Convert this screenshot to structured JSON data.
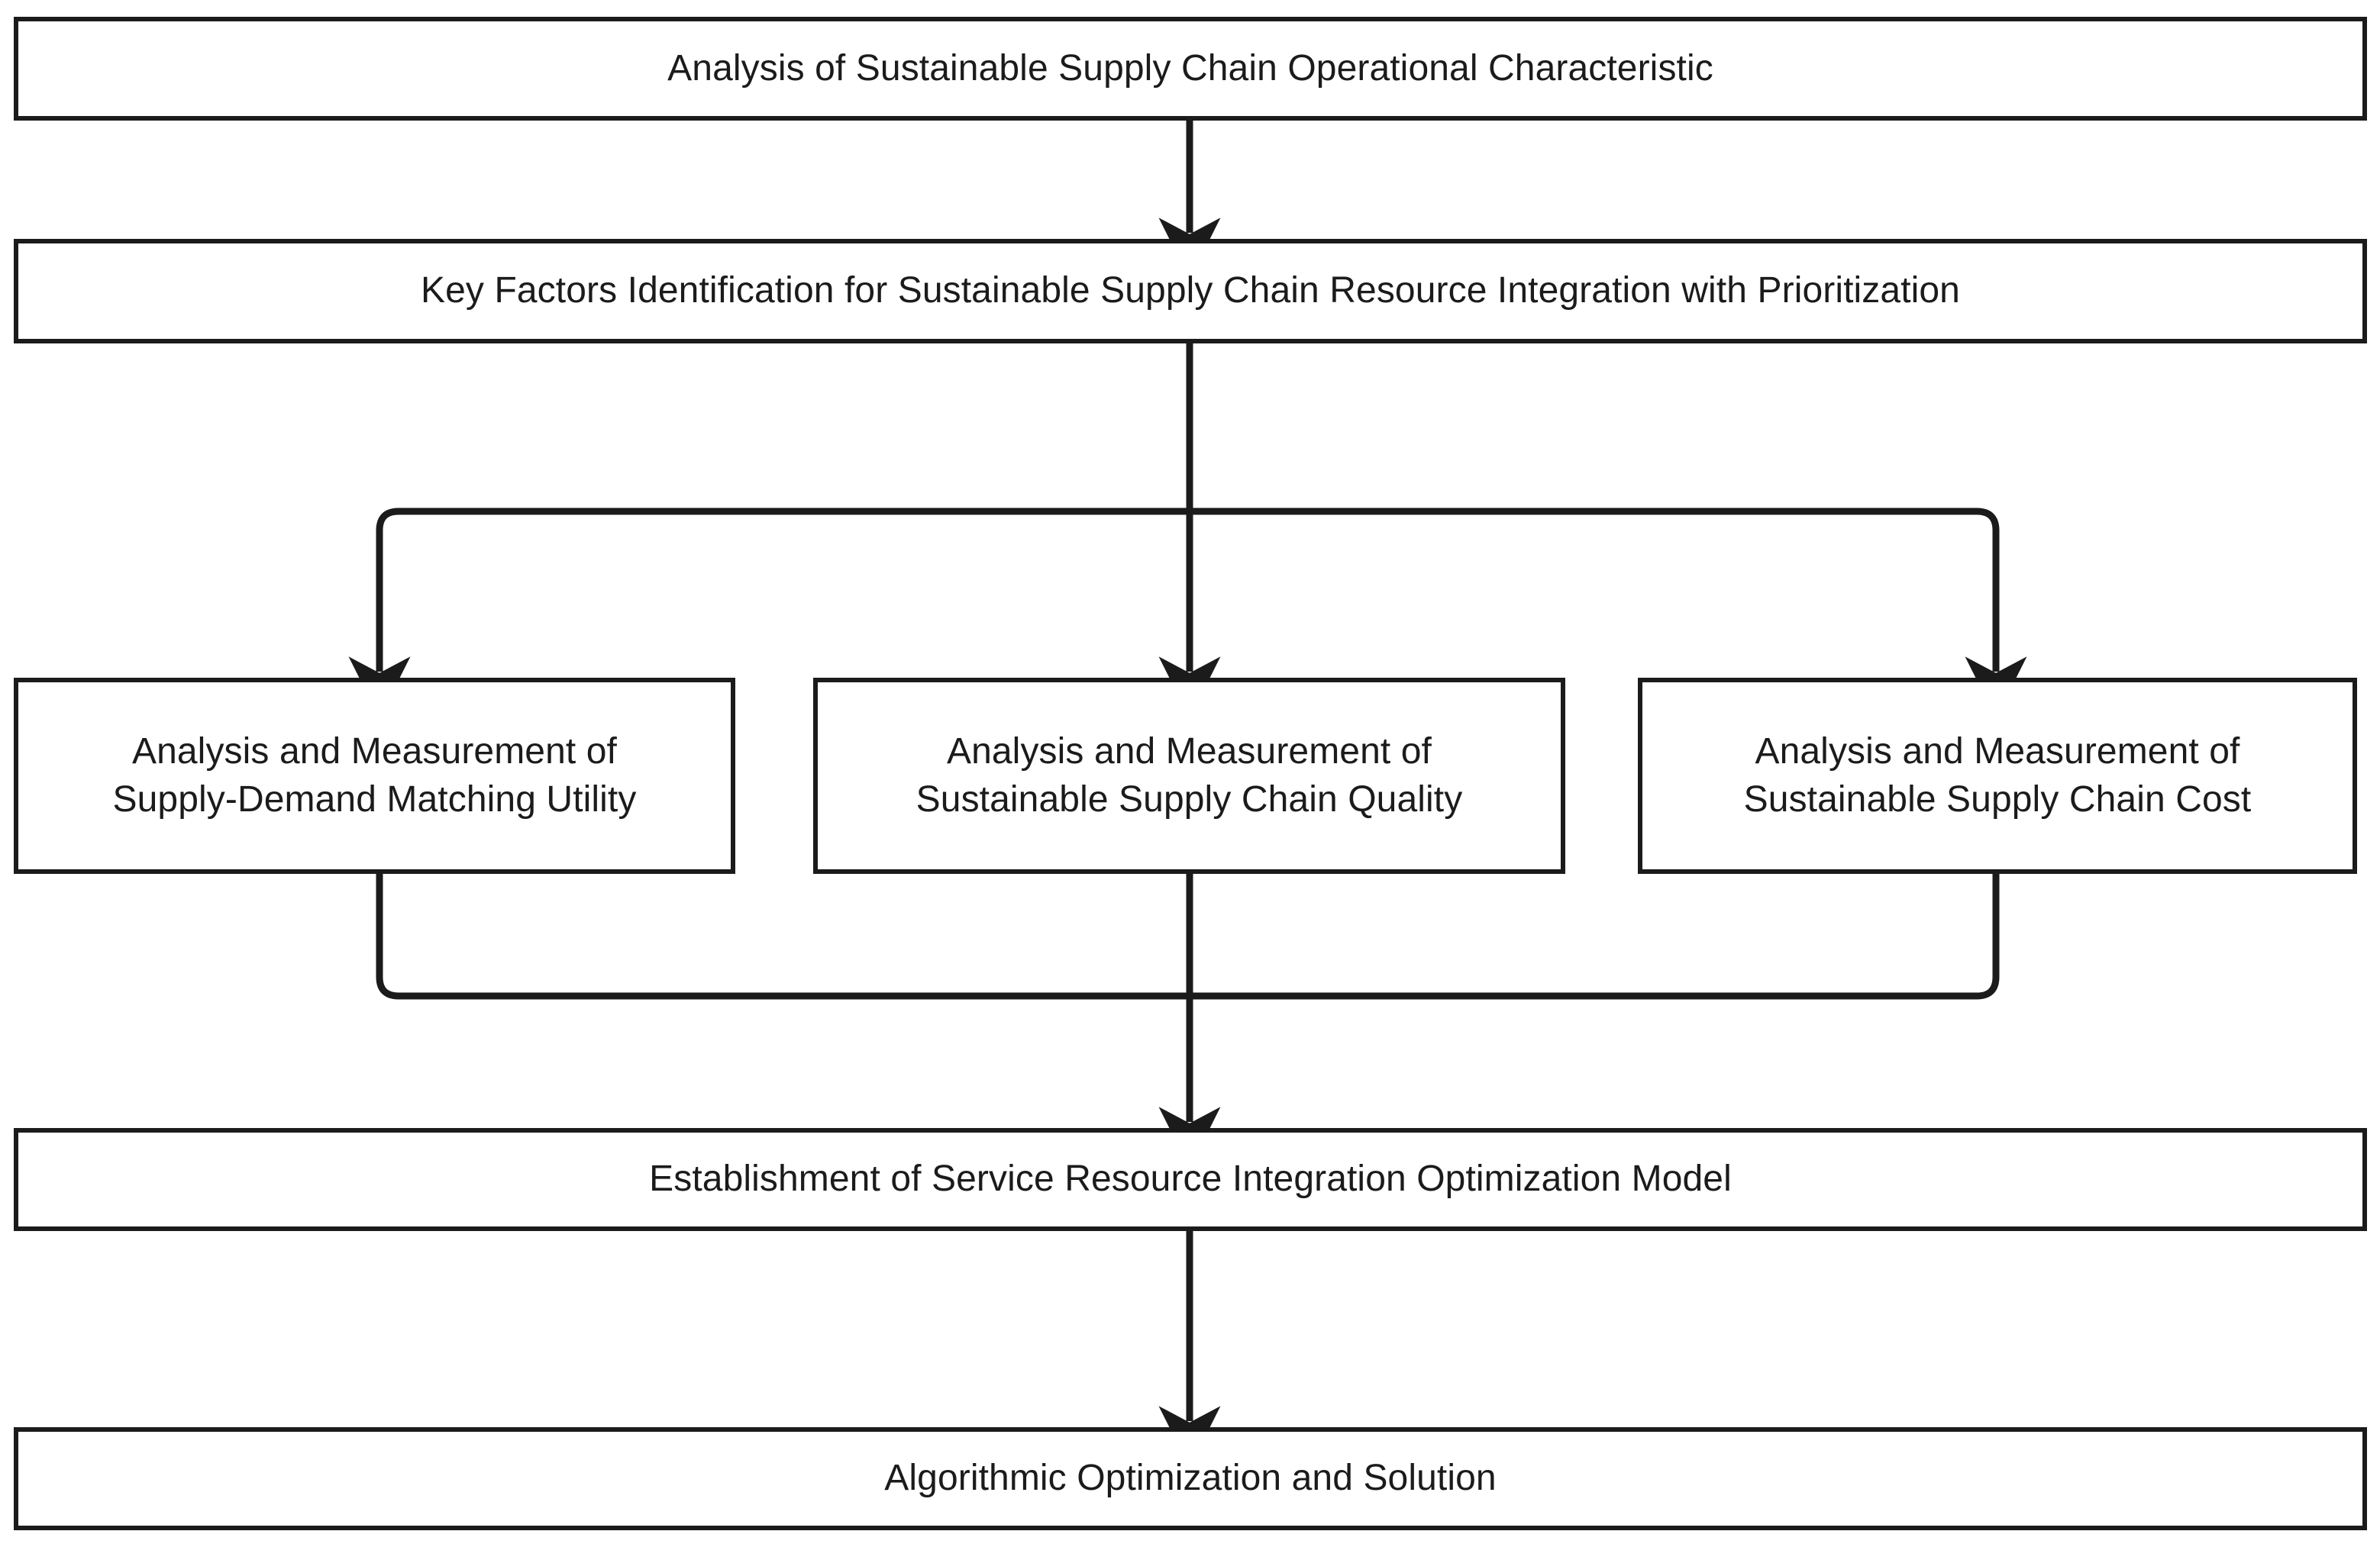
{
  "diagram": {
    "type": "flowchart",
    "orientation": "top-to-bottom",
    "background_color": "#ffffff",
    "line_color": "#1b1b1b",
    "text_color": "#1b1b1b",
    "box_fill": "#ffffff",
    "nodes": [
      {
        "id": "analysis-characteristic",
        "label": "Analysis of Sustainable Supply Chain Operational Characteristic",
        "level": 1
      },
      {
        "id": "key-factors",
        "label": "Key Factors Identification for Sustainable Supply Chain Resource Integration with Prioritization",
        "level": 2
      },
      {
        "id": "supply-demand-utility",
        "label": "Analysis and Measurement of\nSupply-Demand Matching Utility",
        "level": 3
      },
      {
        "id": "supply-chain-quality",
        "label": "Analysis and Measurement of\nSustainable Supply Chain Quality",
        "level": 3
      },
      {
        "id": "supply-chain-cost",
        "label": "Analysis and Measurement of\nSustainable Supply Chain Cost",
        "level": 3
      },
      {
        "id": "optimization-model",
        "label": "Establishment of Service Resource Integration Optimization Model",
        "level": 4
      },
      {
        "id": "algorithmic-solution",
        "label": "Algorithmic Optimization and Solution",
        "level": 5
      }
    ],
    "edges": [
      {
        "from": "analysis-characteristic",
        "to": "key-factors",
        "style": "straight-arrow"
      },
      {
        "from": "key-factors",
        "to": "supply-demand-utility",
        "style": "branch-left-arrow"
      },
      {
        "from": "key-factors",
        "to": "supply-chain-quality",
        "style": "straight-arrow"
      },
      {
        "from": "key-factors",
        "to": "supply-chain-cost",
        "style": "branch-right-arrow"
      },
      {
        "from": "supply-demand-utility",
        "to": "optimization-model",
        "style": "merge-left-arrow"
      },
      {
        "from": "supply-chain-quality",
        "to": "optimization-model",
        "style": "straight-arrow"
      },
      {
        "from": "supply-chain-cost",
        "to": "optimization-model",
        "style": "merge-right-arrow"
      },
      {
        "from": "optimization-model",
        "to": "algorithmic-solution",
        "style": "straight-arrow"
      }
    ]
  }
}
